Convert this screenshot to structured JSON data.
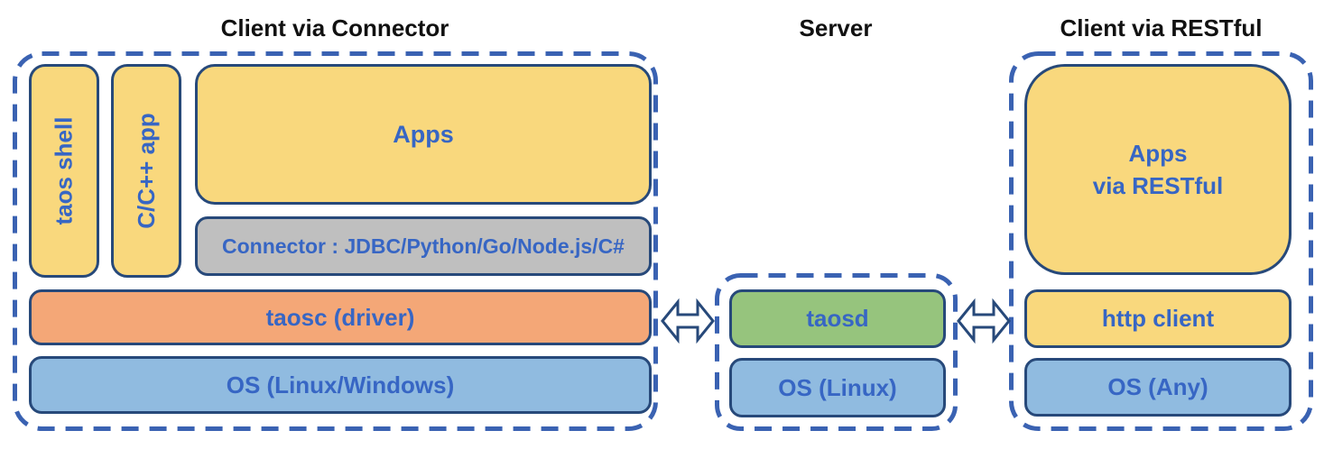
{
  "client_connector": {
    "title": "Client via Connector",
    "boxes": {
      "taos_shell": "taos shell",
      "cpp_app": "C/C++ app",
      "apps": "Apps",
      "connector": "Connector : JDBC/Python/Go/Node.js/C#",
      "taosc": "taosc (driver)",
      "os": "OS (Linux/Windows)"
    }
  },
  "server": {
    "title": "Server",
    "boxes": {
      "taosd": "taosd",
      "os": "OS (Linux)"
    }
  },
  "client_restful": {
    "title": "Client via RESTful",
    "boxes": {
      "apps_line1": "Apps",
      "apps_line2": "via RESTful",
      "http_client": "http client",
      "os": "OS (Any)"
    }
  },
  "icons": {
    "left_arrow": "bidirectional-arrow",
    "right_arrow": "bidirectional-arrow"
  },
  "colors": {
    "yellow_box": "#F9D87D",
    "orange_box": "#F4A777",
    "green_box": "#96C47D",
    "blue_box": "#90BBE0",
    "gray_box": "#BFBFBF",
    "box_border": "#27497A",
    "dashed_border": "#3A62B2",
    "label_text": "#3766C4",
    "title_text": "#111111",
    "arrow_fill": "#FFFFFF"
  }
}
